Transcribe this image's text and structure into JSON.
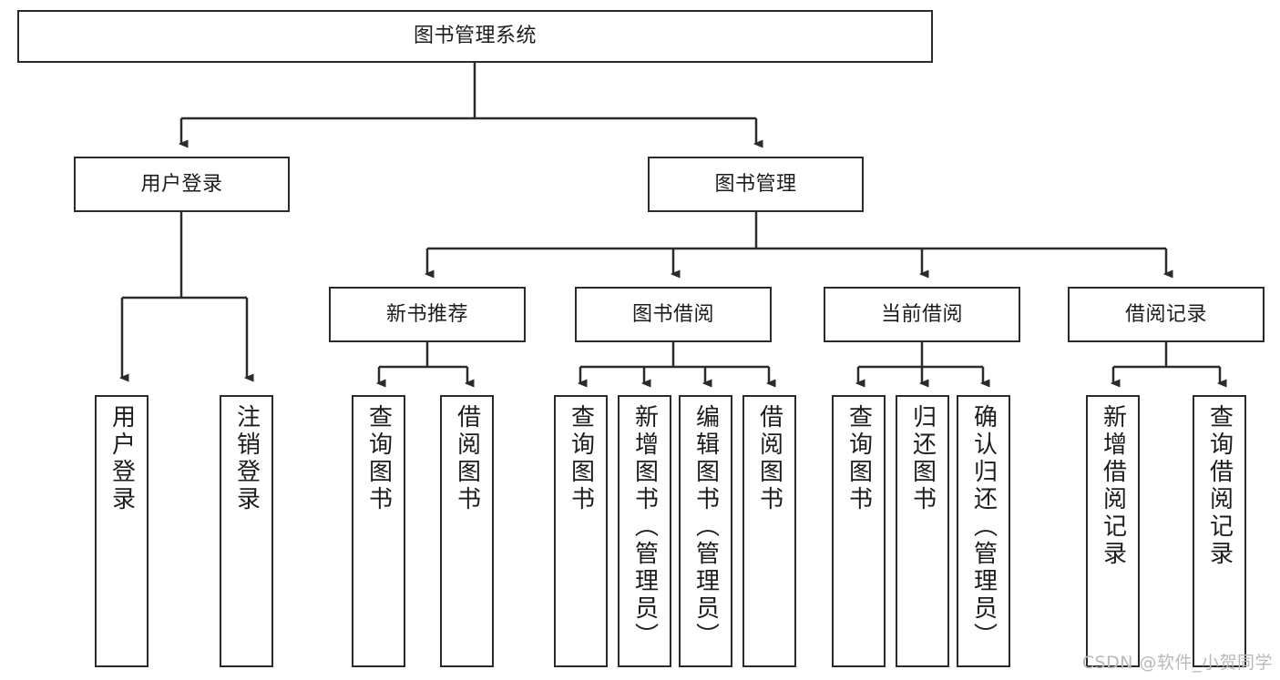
{
  "diagram": {
    "title": "图书管理系统",
    "watermark": "CSDN @软件_小贺同学",
    "stroke_color": "#2b2b2b",
    "text_color": "#1c1c1c",
    "background_color": "#ffffff",
    "watermark_color": "#b9b9b9"
  },
  "nodes": {
    "root": {
      "label": "图书管理系统"
    },
    "level2": [
      {
        "label": "用户登录"
      },
      {
        "label": "图书管理"
      }
    ],
    "level3": [
      {
        "label": "新书推荐"
      },
      {
        "label": "图书借阅"
      },
      {
        "label": "当前借阅"
      },
      {
        "label": "借阅记录"
      }
    ],
    "leaves": {
      "user_login": [
        {
          "label": "用户登录"
        },
        {
          "label": "注销登录"
        }
      ],
      "new_book": [
        {
          "label": "查询图书"
        },
        {
          "label": "借阅图书"
        }
      ],
      "book_borrow": [
        {
          "label": "查询图书"
        },
        {
          "label": "新增图书（管理员）"
        },
        {
          "label": "编辑图书（管理员）"
        },
        {
          "label": "借阅图书"
        }
      ],
      "current_borrow": [
        {
          "label": "查询图书"
        },
        {
          "label": "归还图书"
        },
        {
          "label": "确认归还（管理员）"
        }
      ],
      "borrow_record": [
        {
          "label": "新增借阅记录"
        },
        {
          "label": "查询借阅记录"
        }
      ]
    }
  }
}
